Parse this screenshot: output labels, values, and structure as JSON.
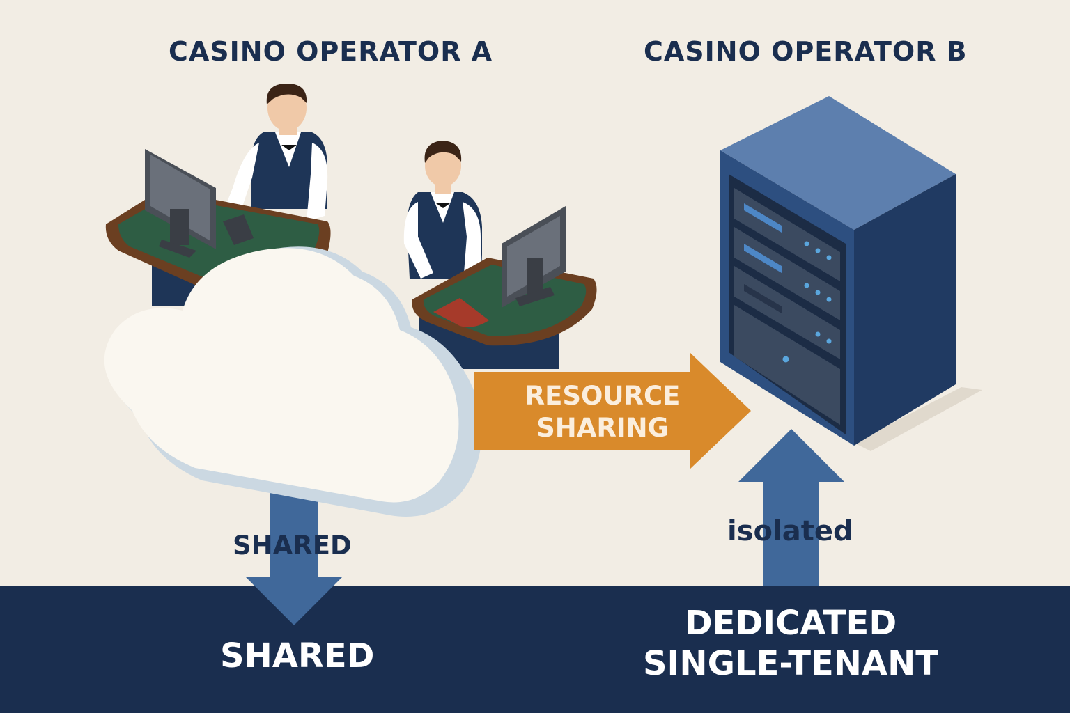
{
  "operator_a": {
    "title": "CASINO OPERATOR A"
  },
  "operator_b": {
    "title": "CASINO OPERATOR B"
  },
  "flow_arrow": {
    "line1": "RESOURCE",
    "line2": "SHARING"
  },
  "shared_arrow": {
    "label": "SHARED"
  },
  "isolated_arrow": {
    "label": "isolated"
  },
  "footer": {
    "shared_label": "SHARED",
    "dedicated_line1": "DEDICATED",
    "dedicated_line2": "SINGLE-TENANT"
  },
  "icons": [
    "dealer-icon",
    "monitor-icon",
    "cloud-icon",
    "server-rack-icon",
    "arrow-icon"
  ],
  "colors": {
    "background": "#f2ede4",
    "navy": "#1a2e4f",
    "steel_blue": "#40689a",
    "orange": "#d98a2b",
    "table_green": "#2e5d44",
    "server_blue": "#2d4f80"
  }
}
